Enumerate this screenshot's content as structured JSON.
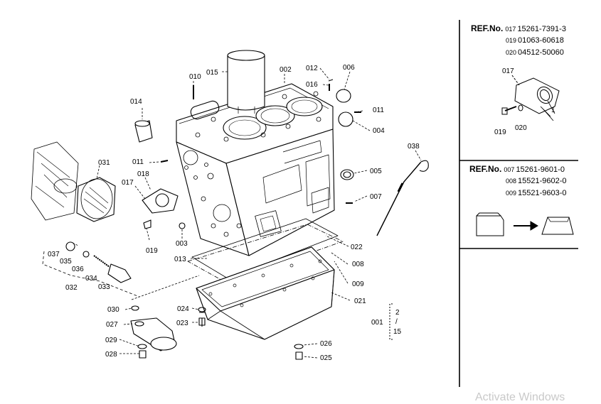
{
  "parts": {
    "p001": "001",
    "p002": "002",
    "p003": "003",
    "p004": "004",
    "p005": "005",
    "p006": "006",
    "p007": "007",
    "p008": "008",
    "p009": "009",
    "p010": "010",
    "p011a": "011",
    "p011b": "011",
    "p012": "012",
    "p013": "013",
    "p014": "014",
    "p015": "015",
    "p016": "016",
    "p017": "017",
    "p018": "018",
    "p019": "019",
    "p021": "021",
    "p022": "022",
    "p023": "023",
    "p024": "024",
    "p025": "025",
    "p026": "026",
    "p027": "027",
    "p028": "028",
    "p029": "029",
    "p030": "030",
    "p031": "031",
    "p032": "032",
    "p033": "033",
    "p034": "034",
    "p035": "035",
    "p036": "036",
    "p037": "037",
    "p038": "038"
  },
  "qty_bracket": {
    "top": "2",
    "sep": "/",
    "bottom": "15"
  },
  "panel_top": {
    "ref_label": "REF.No.",
    "rows": [
      {
        "ref": "017",
        "part": "15261-7391-3"
      },
      {
        "ref": "019",
        "part": "01063-60618"
      },
      {
        "ref": "020",
        "part": "04512-50060"
      }
    ],
    "callouts": {
      "c017": "017",
      "c019": "019",
      "c020": "020",
      "c1": "1"
    }
  },
  "panel_bottom": {
    "ref_label": "REF.No.",
    "rows": [
      {
        "ref": "007",
        "part": "15261-9601-0"
      },
      {
        "ref": "008",
        "part": "15521-9602-0"
      },
      {
        "ref": "009",
        "part": "15521-9603-0"
      }
    ]
  },
  "watermark": "Activate Windows"
}
